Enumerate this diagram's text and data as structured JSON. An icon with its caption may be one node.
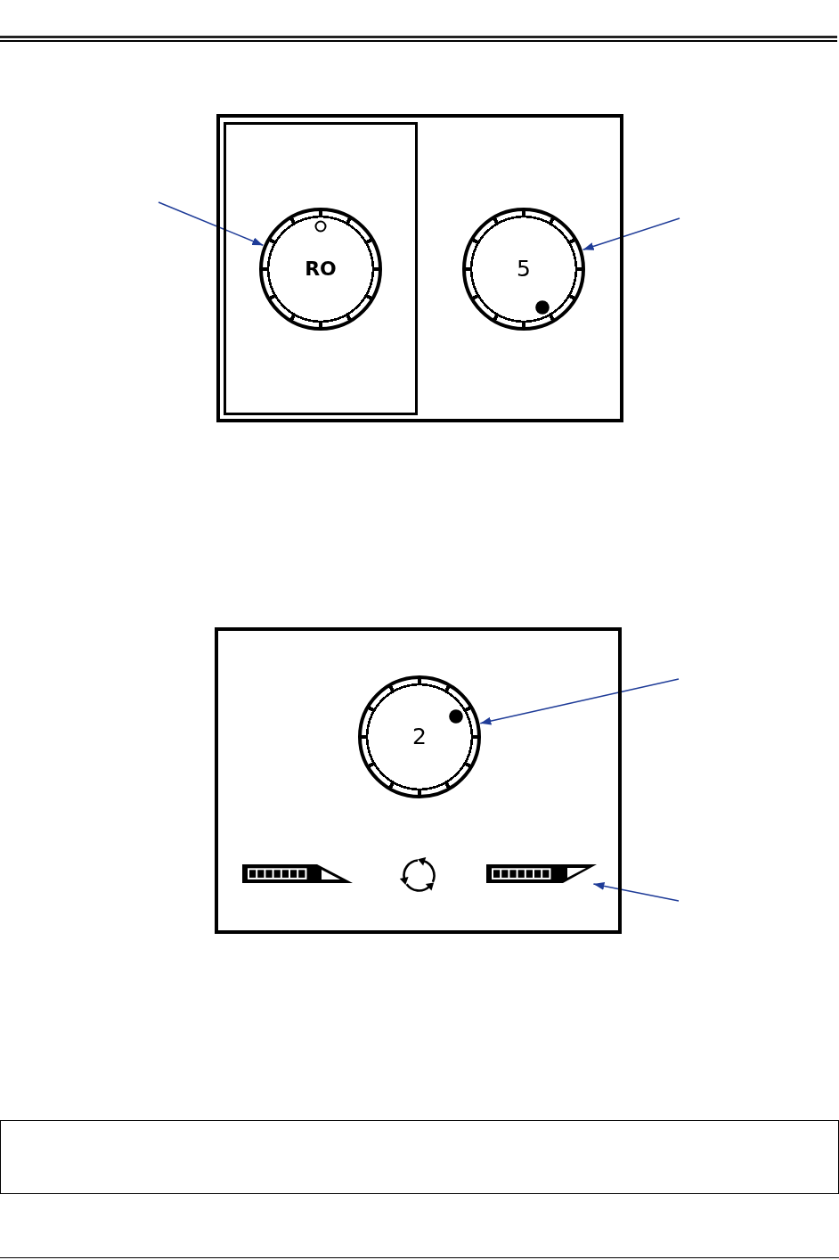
{
  "diagram": {
    "nodes": [
      {
        "text": [],
        "shape": "box"
      },
      {
        "text": [],
        "shape": "box",
        "in": 0
      },
      {
        "text": [
          "RO"
        ],
        "in": 1
      },
      {
        "text": [
          "5"
        ],
        "in": 0
      },
      {
        "text": [],
        "shape": "box"
      },
      {
        "text": [
          "2"
        ],
        "in": 4
      },
      {
        "text": [],
        "shape": "bar",
        "in": 4
      },
      {
        "text": [],
        "shape": "bar",
        "in": 4
      },
      {
        "text": [],
        "shape": "box"
      }
    ],
    "edges": [
      {
        "from": null,
        "to": 2,
        "arrow": "to"
      },
      {
        "from": null,
        "to": 3,
        "arrow": "to"
      },
      {
        "from": null,
        "to": 5,
        "arrow": "to"
      },
      {
        "from": null,
        "to": 7,
        "arrow": "to"
      }
    ]
  }
}
